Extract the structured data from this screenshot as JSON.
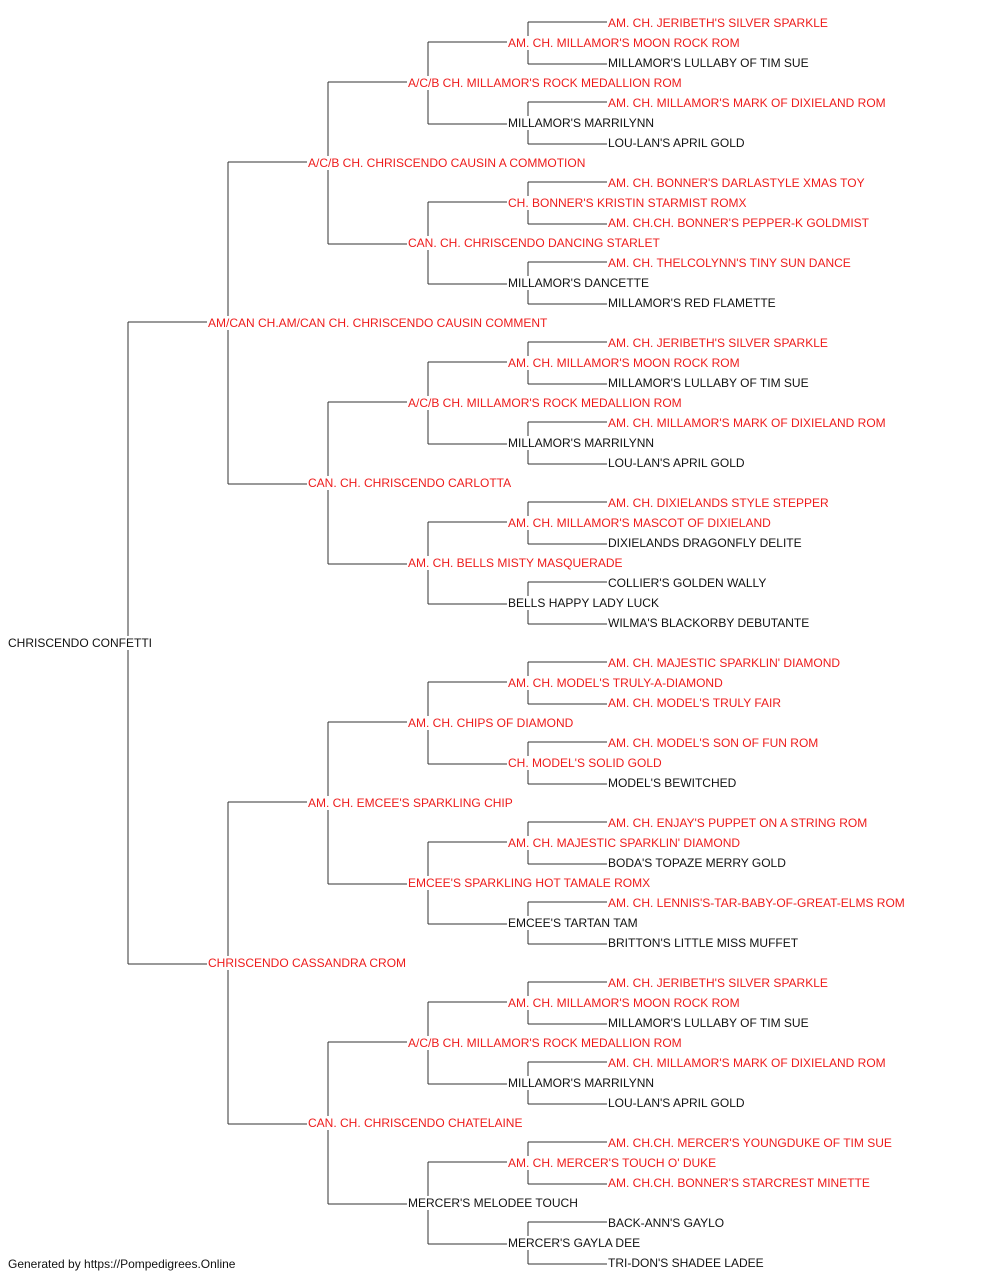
{
  "colors": {
    "champion": "#ee1c1c",
    "normal": "#111111",
    "line": "#333333"
  },
  "footer": "Generated by https://Pompedigrees.Online",
  "pedigree": {
    "name": "CHRISCENDO CONFETTI",
    "champion": false,
    "sire": {
      "name": "AM/CAN CH.AM/CAN CH. CHRISCENDO CAUSIN COMMENT",
      "champion": true,
      "sire": {
        "name": "A/C/B CH. CHRISCENDO CAUSIN A COMMOTION",
        "champion": true,
        "sire": {
          "name": "A/C/B CH. MILLAMOR'S ROCK MEDALLION ROM",
          "champion": true,
          "sire": {
            "name": "AM. CH. MILLAMOR'S MOON ROCK ROM",
            "champion": true,
            "sire": {
              "name": "AM. CH. JERIBETH'S SILVER SPARKLE",
              "champion": true
            },
            "dam": {
              "name": "MILLAMOR'S LULLABY OF TIM SUE",
              "champion": false
            }
          },
          "dam": {
            "name": "MILLAMOR'S MARRILYNN",
            "champion": false,
            "sire": {
              "name": "AM. CH. MILLAMOR'S MARK OF DIXIELAND ROM",
              "champion": true
            },
            "dam": {
              "name": "LOU-LAN'S APRIL GOLD",
              "champion": false
            }
          }
        },
        "dam": {
          "name": "CAN. CH. CHRISCENDO DANCING STARLET",
          "champion": true,
          "sire": {
            "name": "CH. BONNER'S KRISTIN STARMIST ROMX",
            "champion": true,
            "sire": {
              "name": "AM. CH. BONNER'S DARLASTYLE XMAS TOY",
              "champion": true
            },
            "dam": {
              "name": "AM. CH.CH. BONNER'S PEPPER-K GOLDMIST",
              "champion": true
            }
          },
          "dam": {
            "name": "MILLAMOR'S DANCETTE",
            "champion": false,
            "sire": {
              "name": "AM. CH. THELCOLYNN'S TINY SUN DANCE",
              "champion": true
            },
            "dam": {
              "name": "MILLAMOR'S RED FLAMETTE",
              "champion": false
            }
          }
        }
      },
      "dam": {
        "name": "CAN. CH. CHRISCENDO CARLOTTA",
        "champion": true,
        "sire": {
          "name": "A/C/B CH. MILLAMOR'S ROCK MEDALLION ROM",
          "champion": true,
          "sire": {
            "name": "AM. CH. MILLAMOR'S MOON ROCK ROM",
            "champion": true,
            "sire": {
              "name": "AM. CH. JERIBETH'S SILVER SPARKLE",
              "champion": true
            },
            "dam": {
              "name": "MILLAMOR'S LULLABY OF TIM SUE",
              "champion": false
            }
          },
          "dam": {
            "name": "MILLAMOR'S MARRILYNN",
            "champion": false,
            "sire": {
              "name": "AM. CH. MILLAMOR'S MARK OF DIXIELAND ROM",
              "champion": true
            },
            "dam": {
              "name": "LOU-LAN'S APRIL GOLD",
              "champion": false
            }
          }
        },
        "dam": {
          "name": "AM. CH. BELLS MISTY MASQUERADE",
          "champion": true,
          "sire": {
            "name": "AM. CH. MILLAMOR'S MASCOT OF DIXIELAND",
            "champion": true,
            "sire": {
              "name": "AM. CH. DIXIELANDS STYLE STEPPER",
              "champion": true
            },
            "dam": {
              "name": "DIXIELANDS DRAGONFLY DELITE",
              "champion": false
            }
          },
          "dam": {
            "name": "BELLS HAPPY LADY LUCK",
            "champion": false,
            "sire": {
              "name": "COLLIER'S GOLDEN WALLY",
              "champion": false
            },
            "dam": {
              "name": "WILMA'S BLACKORBY DEBUTANTE",
              "champion": false
            }
          }
        }
      }
    },
    "dam": {
      "name": "CHRISCENDO CASSANDRA CROM",
      "champion": true,
      "sire": {
        "name": "AM. CH. EMCEE'S SPARKLING CHIP",
        "champion": true,
        "sire": {
          "name": "AM. CH. CHIPS OF DIAMOND",
          "champion": true,
          "sire": {
            "name": "AM. CH. MODEL'S TRULY-A-DIAMOND",
            "champion": true,
            "sire": {
              "name": "AM. CH. MAJESTIC SPARKLIN' DIAMOND",
              "champion": true
            },
            "dam": {
              "name": "AM. CH. MODEL'S TRULY FAIR",
              "champion": true
            }
          },
          "dam": {
            "name": "CH. MODEL'S SOLID GOLD",
            "champion": true,
            "sire": {
              "name": "AM. CH. MODEL'S SON OF FUN ROM",
              "champion": true
            },
            "dam": {
              "name": "MODEL'S BEWITCHED",
              "champion": false
            }
          }
        },
        "dam": {
          "name": "EMCEE'S SPARKLING HOT TAMALE ROMX",
          "champion": true,
          "sire": {
            "name": "AM. CH. MAJESTIC SPARKLIN' DIAMOND",
            "champion": true,
            "sire": {
              "name": "AM. CH. ENJAY'S PUPPET ON A STRING ROM",
              "champion": true
            },
            "dam": {
              "name": "BODA'S TOPAZE MERRY GOLD",
              "champion": false
            }
          },
          "dam": {
            "name": "EMCEE'S TARTAN TAM",
            "champion": false,
            "sire": {
              "name": "AM. CH. LENNIS'S-TAR-BABY-OF-GREAT-ELMS ROM",
              "champion": true
            },
            "dam": {
              "name": "BRITTON'S LITTLE MISS MUFFET",
              "champion": false
            }
          }
        }
      },
      "dam": {
        "name": "CAN. CH. CHRISCENDO CHATELAINE",
        "champion": true,
        "sire": {
          "name": "A/C/B CH. MILLAMOR'S ROCK MEDALLION ROM",
          "champion": true,
          "sire": {
            "name": "AM. CH. MILLAMOR'S MOON ROCK ROM",
            "champion": true,
            "sire": {
              "name": "AM. CH. JERIBETH'S SILVER SPARKLE",
              "champion": true
            },
            "dam": {
              "name": "MILLAMOR'S LULLABY OF TIM SUE",
              "champion": false
            }
          },
          "dam": {
            "name": "MILLAMOR'S MARRILYNN",
            "champion": false,
            "sire": {
              "name": "AM. CH. MILLAMOR'S MARK OF DIXIELAND ROM",
              "champion": true
            },
            "dam": {
              "name": "LOU-LAN'S APRIL GOLD",
              "champion": false
            }
          }
        },
        "dam": {
          "name": "MERCER'S MELODEE TOUCH",
          "champion": false,
          "sire": {
            "name": "AM. CH. MERCER'S TOUCH O' DUKE",
            "champion": true,
            "sire": {
              "name": "AM. CH.CH. MERCER'S YOUNGDUKE OF TIM SUE",
              "champion": true
            },
            "dam": {
              "name": "AM. CH.CH. BONNER'S STARCREST MINETTE",
              "champion": true
            }
          },
          "dam": {
            "name": "MERCER'S GAYLA DEE",
            "champion": false,
            "sire": {
              "name": "BACK-ANN'S GAYLO",
              "champion": false
            },
            "dam": {
              "name": "TRI-DON'S SHADEE LADEE",
              "champion": false
            }
          }
        }
      }
    }
  }
}
